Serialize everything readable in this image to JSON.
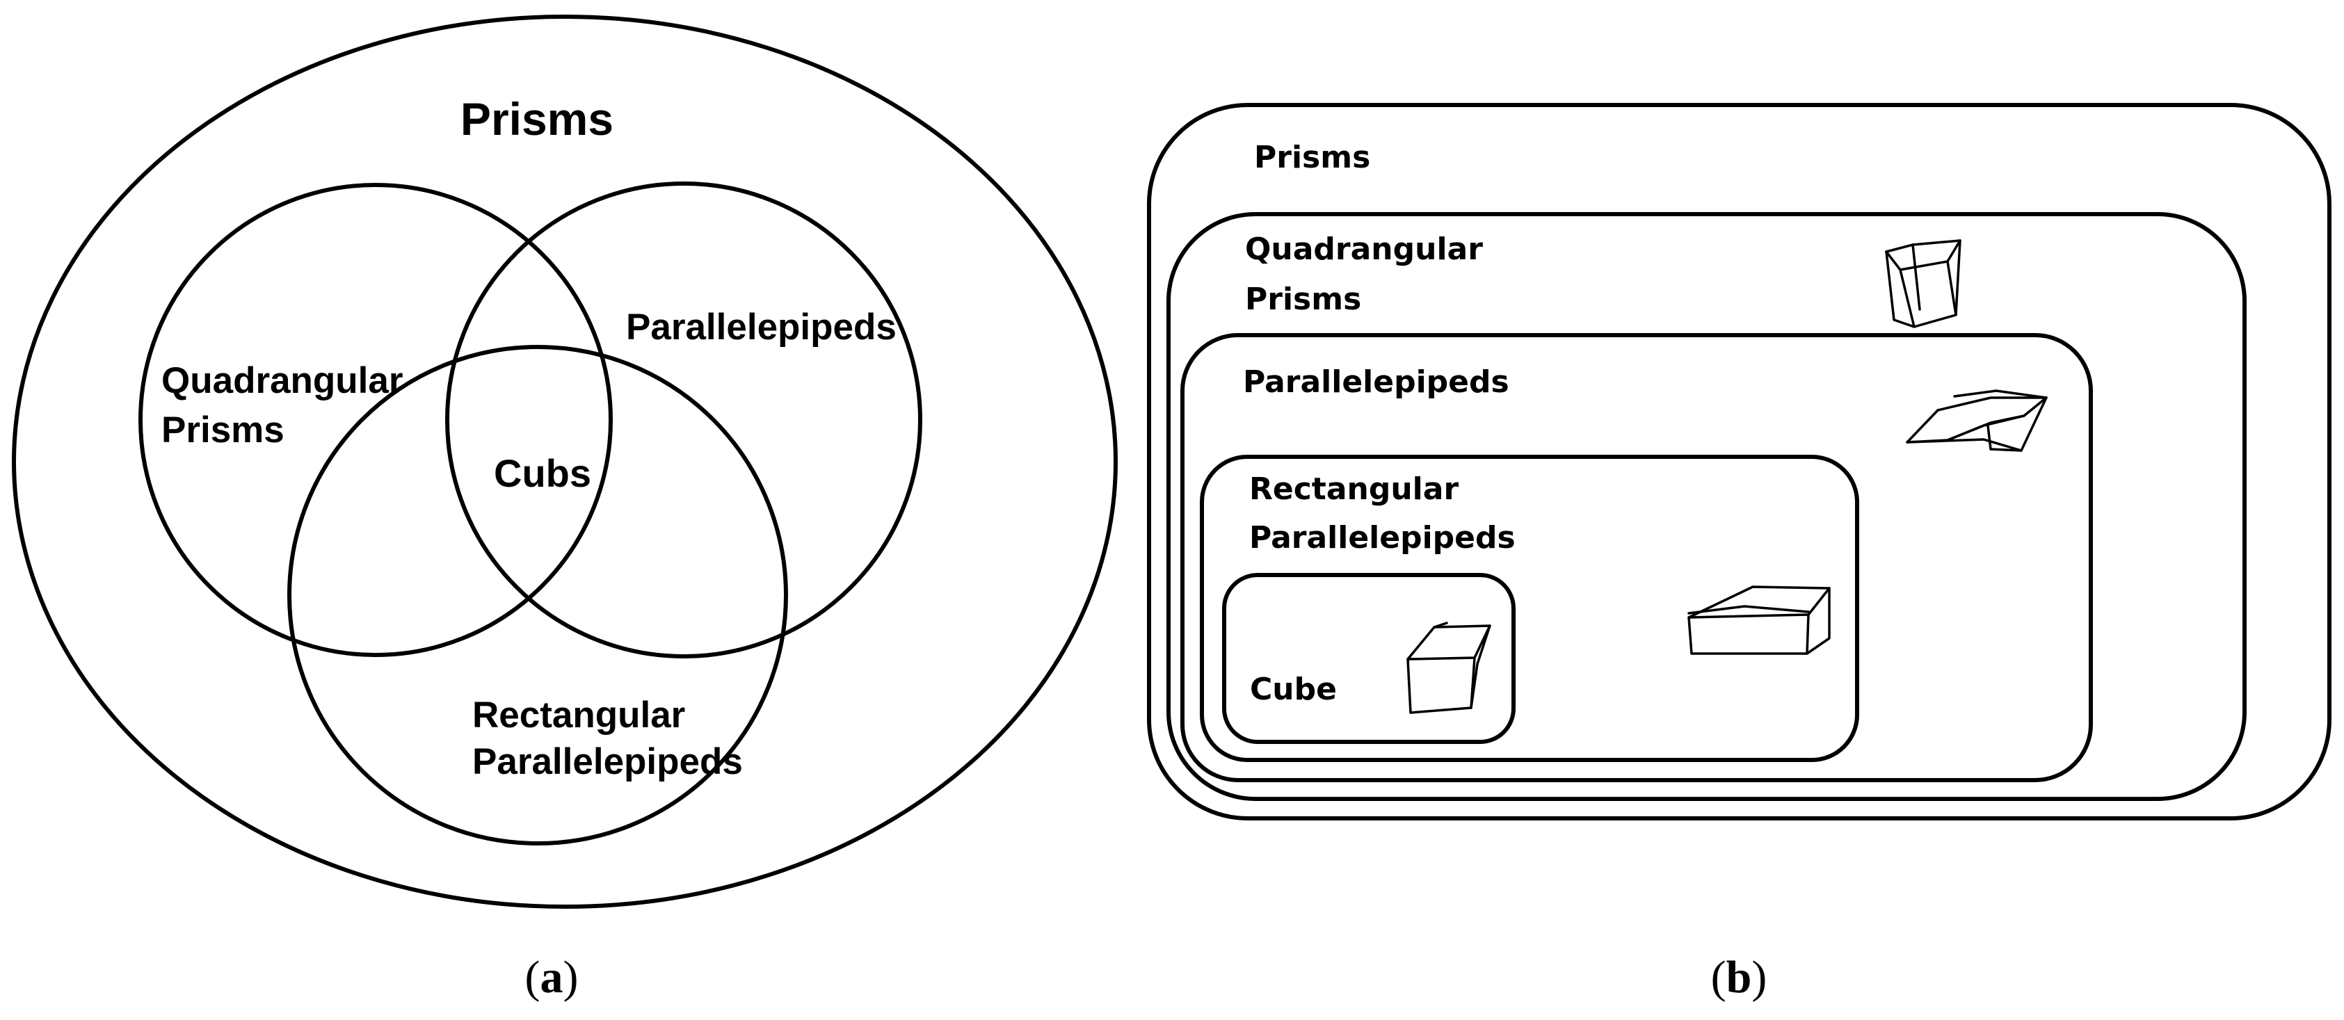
{
  "panel_a": {
    "outer_label": "Prisms",
    "quadrangular_label_line1": "Quadrangular",
    "quadrangular_label_line2": "Prisms",
    "parallelepipeds_label": "Parallelepipeds",
    "center_label": "Cubs",
    "rectangular_label_line1": "Rectangular",
    "rectangular_label_line2": "Parallelepipeds",
    "caption_open": "(",
    "caption_letter": "a",
    "caption_close": ")"
  },
  "panel_b": {
    "prisms_label": "Prisms",
    "quadrangular_label_line1": "Quadrangular",
    "quadrangular_label_line2": "Prisms",
    "parallelepipeds_label": "Parallelepipeds",
    "rectangular_label_line1": "Rectangular",
    "rectangular_label_line2": "Parallelepipeds",
    "cube_label": "Cube",
    "caption_open": "(",
    "caption_letter": "b",
    "caption_close": ")"
  }
}
